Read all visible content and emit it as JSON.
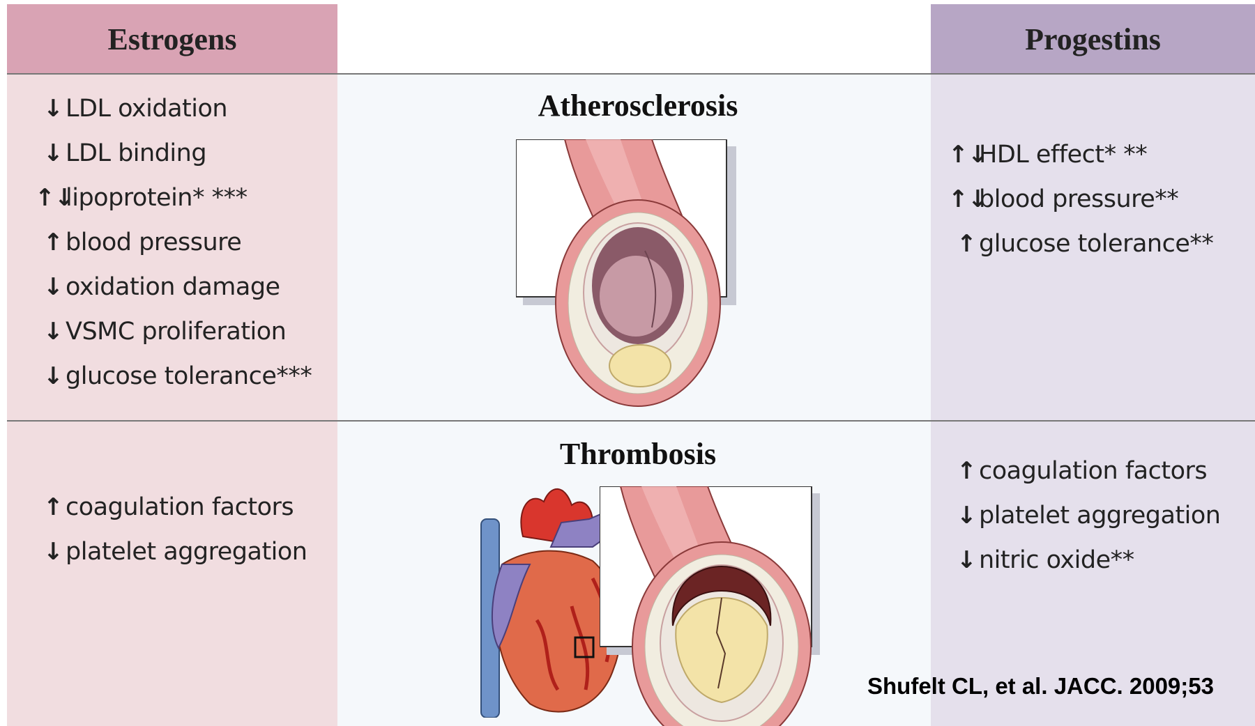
{
  "headers": {
    "left": "Estrogens",
    "right": "Progestins"
  },
  "sections": {
    "top_title": "Atherosclerosis",
    "bottom_title": "Thrombosis"
  },
  "estrogens_atherosclerosis": [
    {
      "arrow": "↓",
      "text": "LDL oxidation"
    },
    {
      "arrow": "↓",
      "text": "LDL binding"
    },
    {
      "arrow": "↑↓",
      "text": "lipoprotein* ***"
    },
    {
      "arrow": "↑",
      "text": "blood pressure"
    },
    {
      "arrow": "↓",
      "text": "oxidation damage"
    },
    {
      "arrow": "↓",
      "text": "VSMC proliferation"
    },
    {
      "arrow": "↓",
      "text": "glucose tolerance***"
    }
  ],
  "estrogens_thrombosis": [
    {
      "arrow": "↑",
      "text": "coagulation factors"
    },
    {
      "arrow": "↓",
      "text": "platelet aggregation"
    }
  ],
  "progestins_atherosclerosis": [
    {
      "arrow": "↑↓",
      "text": "HDL effect* **"
    },
    {
      "arrow": "↑↓",
      "text": "blood pressure**"
    },
    {
      "arrow": "↑",
      "text": "glucose tolerance**"
    }
  ],
  "progestins_thrombosis": [
    {
      "arrow": "↑",
      "text": "coagulation factors"
    },
    {
      "arrow": "↓",
      "text": "platelet aggregation"
    },
    {
      "arrow": "↓",
      "text": "nitric oxide**"
    }
  ],
  "citation": "Shufelt CL, et al. JACC. 2009;53",
  "colors": {
    "estrogen_header": "#d9a3b4",
    "estrogen_bg": "#f1dde0",
    "progestin_header": "#b7a6c5",
    "progestin_bg": "#e5e0ec",
    "middle_bg": "#f5f8fb",
    "vessel": "#e89a9a",
    "plaque": "#f3e3a8",
    "clot": "#6b2424",
    "heart_red": "#d9362d",
    "vein_blue": "#6f93c9"
  }
}
